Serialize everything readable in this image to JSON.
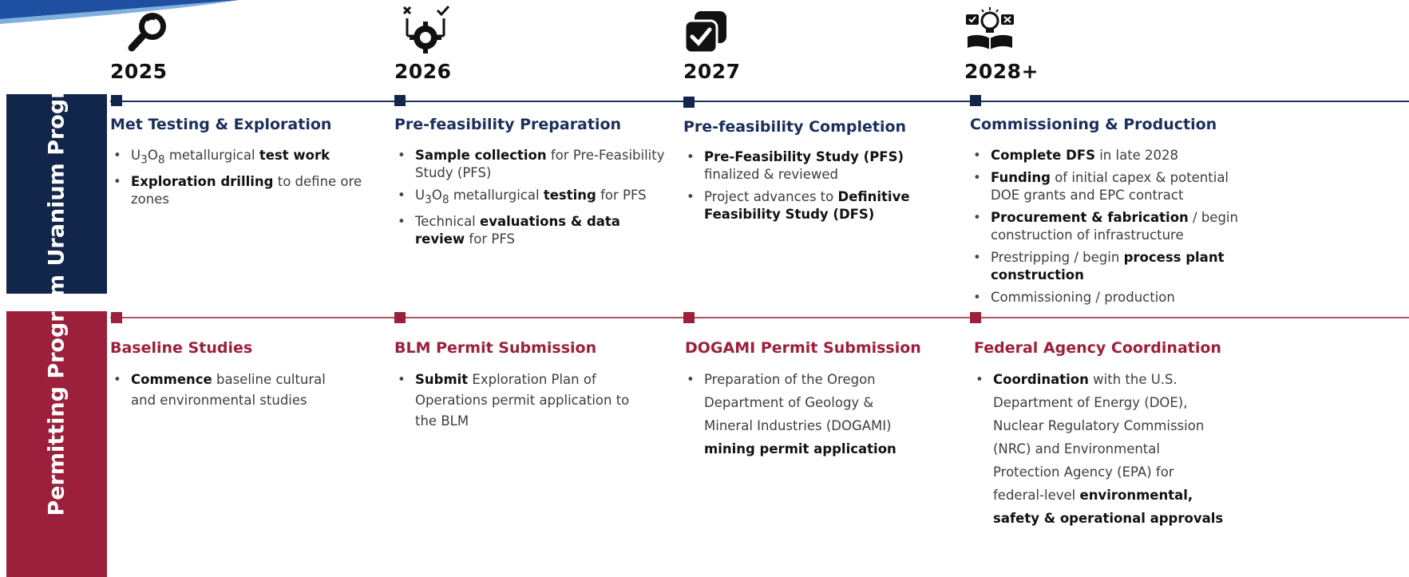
{
  "sidebars": {
    "uranium": "Uranium Program",
    "permitting": "Permitting Program"
  },
  "columns": [
    {
      "year": "2025",
      "icon": "magnifier-icon",
      "uranium": {
        "title": "Met Testing & Exploration",
        "bullets": [
          {
            "html": "U<sub>3</sub>O<sub>8</sub> metallurgical <b>test work</b>"
          },
          {
            "html": "<b>Exploration drilling</b> to define ore zones"
          }
        ]
      },
      "permitting": {
        "title": "Baseline Studies",
        "bullets": [
          {
            "html": "<b>Commence</b> baseline cultural and environmental studies"
          }
        ]
      }
    },
    {
      "year": "2026",
      "icon": "gear-decision-icon",
      "uranium": {
        "title": "Pre-feasibility Preparation",
        "bullets": [
          {
            "html": "<b>Sample collection</b> for Pre-Feasibility Study (PFS)"
          },
          {
            "html": "U<sub>3</sub>O<sub>8</sub> metallurgical <b>testing</b> for PFS"
          },
          {
            "html": "Technical <b>evaluations & data review</b> for PFS"
          }
        ]
      },
      "permitting": {
        "title": "BLM Permit Submission",
        "bullets": [
          {
            "html": "<b>Submit</b> Exploration Plan of Operations permit application to the BLM"
          }
        ]
      }
    },
    {
      "year": "2027",
      "icon": "checkbox-stack-icon",
      "uranium": {
        "title": "Pre-feasibility Completion",
        "bullets": [
          {
            "html": "<b>Pre-Feasibility Study (PFS)</b> finalized & reviewed"
          },
          {
            "html": "Project advances to <b>Definitive Feasibility Study (DFS)</b>"
          }
        ]
      },
      "permitting": {
        "title": "DOGAMI Permit Submission",
        "bullets": [
          {
            "html": "Preparation of the Oregon Department of Geology & Mineral Industries (DOGAMI) <b>mining permit application</b>"
          }
        ]
      }
    },
    {
      "year": "2028+",
      "icon": "lightbulb-book-icon",
      "uranium": {
        "title": "Commissioning & Production",
        "bullets": [
          {
            "html": "<b>Complete DFS</b> in late 2028"
          },
          {
            "html": "<b>Funding</b> of initial capex & potential DOE grants and EPC contract"
          },
          {
            "html": "<b>Procurement & fabrication</b> / begin construction of infrastructure"
          },
          {
            "html": "Prestripping / begin <b>process plant construction</b>"
          },
          {
            "html": "Commissioning / production"
          }
        ]
      },
      "permitting": {
        "title": "Federal Agency Coordination",
        "bullets": [
          {
            "html": "<b>Coordination</b> with the U.S. Department of Energy (DOE), Nuclear Regulatory Commission (NRC) and Environmental Protection Agency (EPA) for federal-level <b>environmental, safety & operational approvals</b>"
          }
        ]
      }
    }
  ]
}
